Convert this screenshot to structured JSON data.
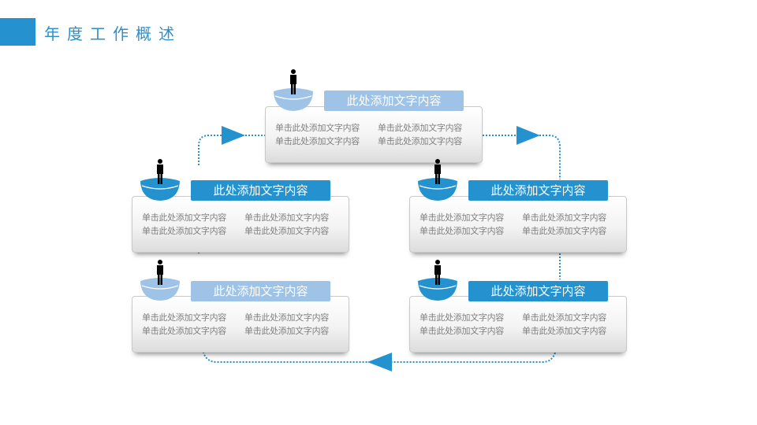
{
  "header": {
    "title": "年度工作概述"
  },
  "colors": {
    "accent": "#2592d0",
    "accent_light": "#9fc3e6",
    "connector": "#2b8fc9"
  },
  "nodes": [
    {
      "id": "top",
      "label": "此处添加文字内容",
      "style": "light",
      "lines": [
        [
          "单击此处添加文字内容",
          "单击此处添加文字内容"
        ],
        [
          "单击此处添加文字内容",
          "单击此处添加文字内容"
        ]
      ]
    },
    {
      "id": "mid-left",
      "label": "此处添加文字内容",
      "style": "dark",
      "lines": [
        [
          "单击此处添加文字内容",
          "单击此处添加文字内容"
        ],
        [
          "单击此处添加文字内容",
          "单击此处添加文字内容"
        ]
      ]
    },
    {
      "id": "mid-right",
      "label": "此处添加文字内容",
      "style": "dark",
      "lines": [
        [
          "单击此处添加文字内容",
          "单击此处添加文字内容"
        ],
        [
          "单击此处添加文字内容",
          "单击此处添加文字内容"
        ]
      ]
    },
    {
      "id": "bottom-left",
      "label": "此处添加文字内容",
      "style": "light",
      "lines": [
        [
          "单击此处添加文字内容",
          "单击此处添加文字内容"
        ],
        [
          "单击此处添加文字内容",
          "单击此处添加文字内容"
        ]
      ]
    },
    {
      "id": "bottom-right",
      "label": "此处添加文字内容",
      "style": "dark",
      "lines": [
        [
          "单击此处添加文字内容",
          "单击此处添加文字内容"
        ],
        [
          "单击此处添加文字内容",
          "单击此处添加文字内容"
        ]
      ]
    }
  ]
}
